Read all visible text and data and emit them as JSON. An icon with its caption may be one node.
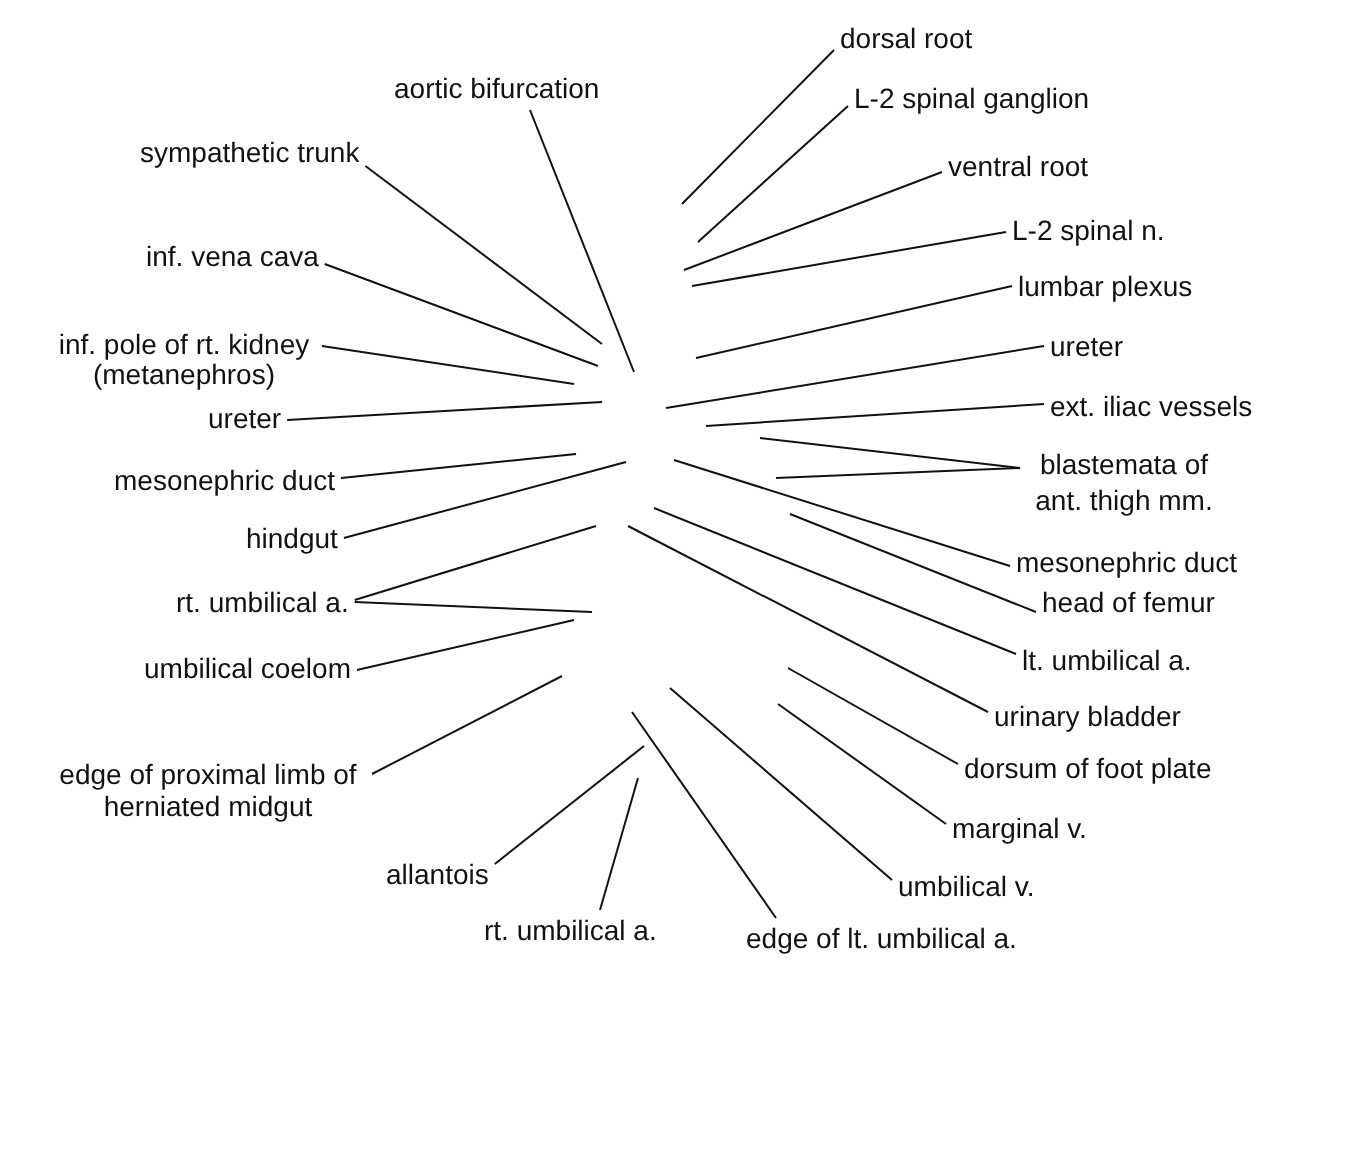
{
  "diagram": {
    "nodes": [
      {
        "text": [
          "aortic bifurcation"
        ]
      },
      {
        "text": [
          "sympathetic trunk"
        ]
      },
      {
        "text": [
          "inf. vena cava"
        ]
      },
      {
        "text": [
          "inf. pole of rt. kidney (metanephros)"
        ]
      },
      {
        "text": [
          "ureter"
        ]
      },
      {
        "text": [
          "mesonephric duct"
        ]
      },
      {
        "text": [
          "hindgut"
        ]
      },
      {
        "text": [
          "rt. umbilical a."
        ]
      },
      {
        "text": [
          "umbilical coelom"
        ]
      },
      {
        "text": [
          "edge of proximal limb of herniated midgut"
        ]
      },
      {
        "text": [
          "allantois"
        ]
      },
      {
        "text": [
          "rt. umbilical a."
        ]
      },
      {
        "text": [
          "edge of lt. umbilical a."
        ]
      },
      {
        "text": [
          "dorsal root"
        ]
      },
      {
        "text": [
          "L-2 spinal ganglion"
        ]
      },
      {
        "text": [
          "ventral root"
        ]
      },
      {
        "text": [
          "L-2 spinal n."
        ]
      },
      {
        "text": [
          "lumbar plexus"
        ]
      },
      {
        "text": [
          "ureter"
        ]
      },
      {
        "text": [
          "ext. iliac vessels"
        ]
      },
      {
        "text": [
          "blastemata of ant. thigh mm."
        ]
      },
      {
        "text": [
          "mesonephric duct"
        ]
      },
      {
        "text": [
          "head of femur"
        ]
      },
      {
        "text": [
          "lt. umbilical a."
        ]
      },
      {
        "text": [
          "urinary bladder"
        ]
      },
      {
        "text": [
          "dorsum of foot plate"
        ]
      },
      {
        "text": [
          "marginal v."
        ]
      },
      {
        "text": [
          "umbilical v."
        ]
      }
    ],
    "edges": [
      {
        "from": 0,
        "to": null,
        "arrow": "none"
      },
      {
        "from": 1,
        "to": null,
        "arrow": "none"
      },
      {
        "from": 2,
        "to": null,
        "arrow": "none"
      },
      {
        "from": 3,
        "to": null,
        "arrow": "none"
      },
      {
        "from": 4,
        "to": null,
        "arrow": "none"
      },
      {
        "from": 5,
        "to": null,
        "arrow": "none"
      },
      {
        "from": 6,
        "to": null,
        "arrow": "none"
      },
      {
        "from": 7,
        "to": null,
        "arrow": "none"
      },
      {
        "from": 7,
        "to": null,
        "arrow": "none"
      },
      {
        "from": 8,
        "to": null,
        "arrow": "none"
      },
      {
        "from": 9,
        "to": null,
        "arrow": "none"
      },
      {
        "from": 10,
        "to": null,
        "arrow": "none"
      },
      {
        "from": 11,
        "to": null,
        "arrow": "none"
      },
      {
        "from": 12,
        "to": null,
        "arrow": "none"
      },
      {
        "from": 13,
        "to": null,
        "arrow": "none"
      },
      {
        "from": 14,
        "to": null,
        "arrow": "none"
      },
      {
        "from": 15,
        "to": null,
        "arrow": "none"
      },
      {
        "from": 16,
        "to": null,
        "arrow": "none"
      },
      {
        "from": 17,
        "to": null,
        "arrow": "none"
      },
      {
        "from": 18,
        "to": null,
        "arrow": "none"
      },
      {
        "from": 19,
        "to": null,
        "arrow": "none"
      },
      {
        "from": 20,
        "to": null,
        "arrow": "none"
      },
      {
        "from": 20,
        "to": null,
        "arrow": "none"
      },
      {
        "from": 21,
        "to": null,
        "arrow": "none"
      },
      {
        "from": 22,
        "to": null,
        "arrow": "none"
      },
      {
        "from": 23,
        "to": null,
        "arrow": "none"
      },
      {
        "from": 24,
        "to": null,
        "arrow": "none"
      },
      {
        "from": 25,
        "to": null,
        "arrow": "none"
      },
      {
        "from": 26,
        "to": null,
        "arrow": "none"
      },
      {
        "from": 27,
        "to": null,
        "arrow": "none"
      }
    ]
  }
}
